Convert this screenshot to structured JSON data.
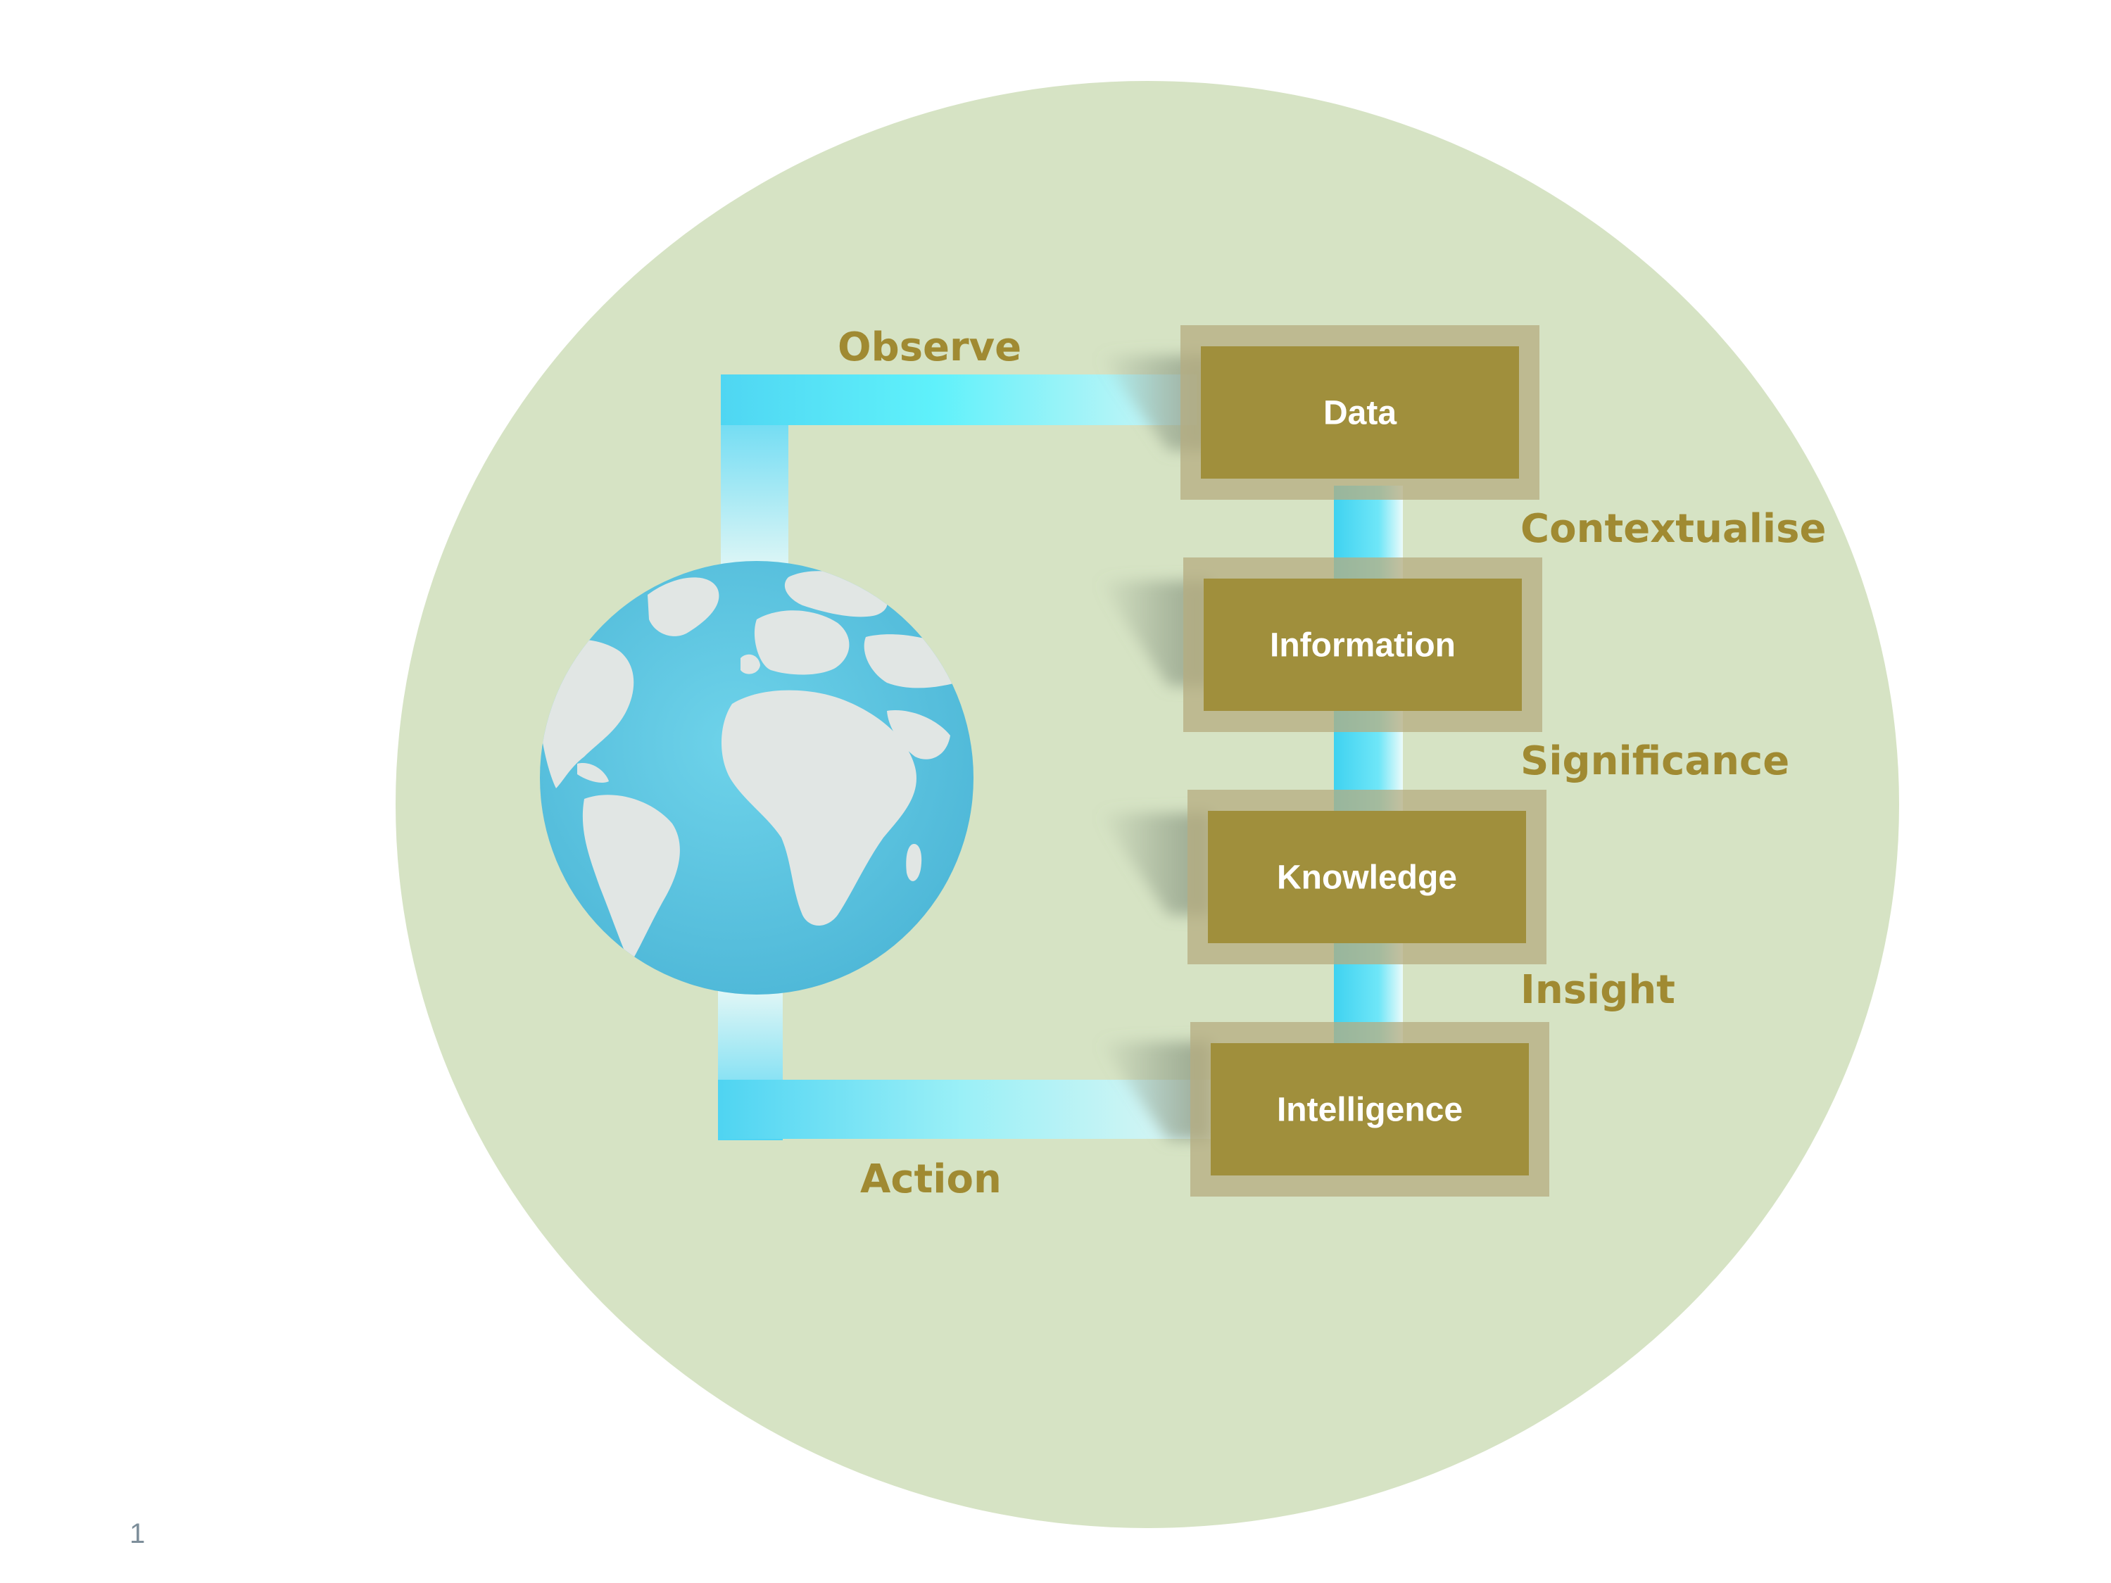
{
  "diagram": {
    "nodes": [
      {
        "id": "data",
        "label": "Data"
      },
      {
        "id": "information",
        "label": "Information"
      },
      {
        "id": "knowledge",
        "label": "Knowledge"
      },
      {
        "id": "intelligence",
        "label": "Intelligence"
      }
    ],
    "flow_labels": {
      "observe": "Observe",
      "contextualise": "Contextualise",
      "significance": "Significance",
      "insight": "Insight",
      "action": "Action"
    },
    "page_number": "1"
  },
  "colors": {
    "background": "#ffffff",
    "circle": "#d6e3c4",
    "box": "#a08f3c",
    "box_outline": "#b5ac80",
    "label_text": "#a08a32",
    "connector": "#4fdcf2",
    "globe_ocean": "#5fc3dd",
    "globe_land": "#e1e6e4",
    "page_number": "#7d8e9a"
  },
  "icons": {
    "globe": "earth-globe-icon"
  }
}
